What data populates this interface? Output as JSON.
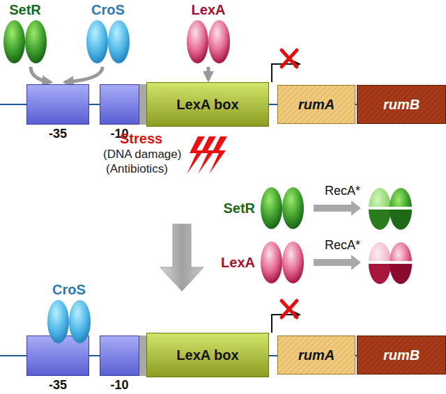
{
  "diagram": {
    "nodes": [
      {
        "text": [
          "SetR"
        ]
      },
      {
        "text": [
          "CroS"
        ]
      },
      {
        "text": [
          "LexA"
        ]
      },
      {
        "text": [
          "-35"
        ]
      },
      {
        "text": [
          "-10"
        ]
      },
      {
        "text": [
          "LexA box"
        ]
      },
      {
        "text": [
          "rumA"
        ]
      },
      {
        "text": [
          "rumB"
        ]
      },
      {
        "text": [
          "SetR"
        ]
      },
      {
        "text": [
          "LexA"
        ]
      },
      {
        "text": [
          "CroS"
        ]
      },
      {
        "text": [
          "-35"
        ]
      },
      {
        "text": [
          "-10"
        ]
      },
      {
        "text": [
          "LexA box"
        ]
      },
      {
        "text": [
          "rumA"
        ]
      },
      {
        "text": [
          "rumB"
        ]
      }
    ],
    "edges": [
      {
        "from": 0,
        "to": 3,
        "arrow": "to"
      },
      {
        "from": 1,
        "to": 3,
        "arrow": "to"
      },
      {
        "from": 2,
        "to": 5,
        "arrow": "to"
      }
    ],
    "labels": [
      "Stress",
      "(DNA damage)",
      "(Antibiotics)",
      "RecA*",
      "RecA*"
    ]
  }
}
